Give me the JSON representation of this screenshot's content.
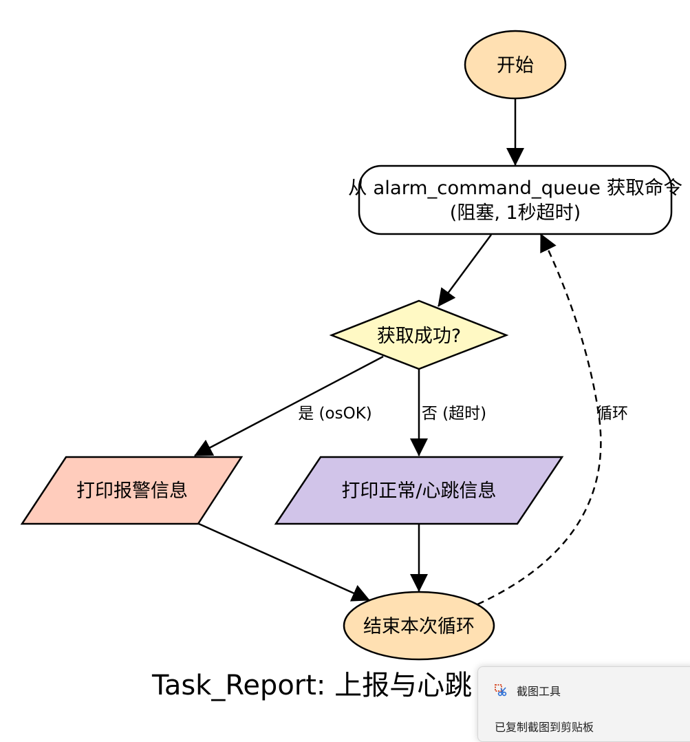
{
  "diagram": {
    "title": "Task_Report: 上报与心跳",
    "nodes": {
      "start": {
        "text": "开始",
        "fill": "#ffe0b2"
      },
      "get_command": {
        "line1": "从 alarm_command_queue 获取命令",
        "line2": "(阻塞, 1秒超时)",
        "fill": "#ffffff"
      },
      "decision": {
        "text": "获取成功?",
        "fill": "#fff9c4"
      },
      "print_alarm": {
        "text": "打印报警信息",
        "fill": "#ffccbc"
      },
      "print_normal": {
        "text": "打印正常/心跳信息",
        "fill": "#d1c4e9"
      },
      "end_loop": {
        "text": "结束本次循环",
        "fill": "#ffe0b2"
      }
    },
    "edge_labels": {
      "yes": "是 (osOK)",
      "no": "否 (超时)",
      "loop": "循环"
    }
  },
  "toast": {
    "app_name": "截图工具",
    "icon": "snipping-tool-icon",
    "message": "已复制截图到剪贴板"
  }
}
